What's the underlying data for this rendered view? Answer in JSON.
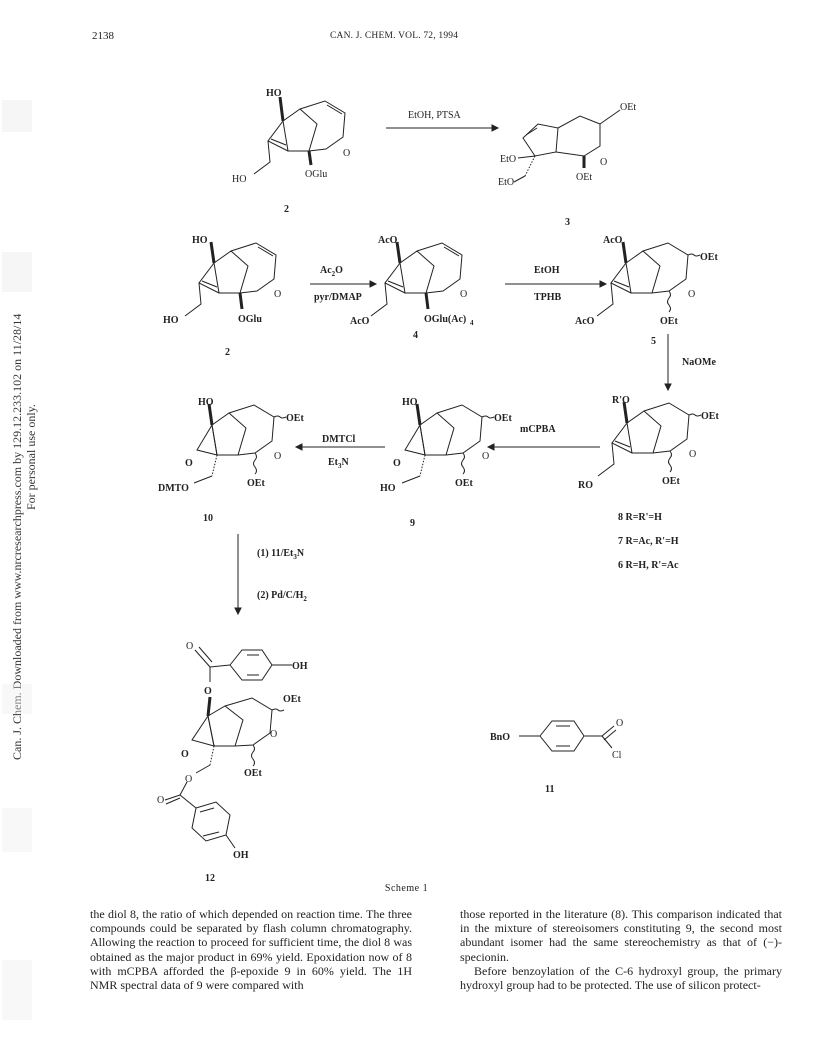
{
  "header": {
    "page_number": "2138",
    "journal": "CAN. J. CHEM. VOL. 72, 1994"
  },
  "side_note": {
    "line1": "Can. J. Chem. Downloaded from www.nrcresearchpress.com by 129.12.233.102 on 11/28/14",
    "line2": "For personal use only."
  },
  "scheme": {
    "caption": "Scheme 1",
    "reagents": {
      "r1": "EtOH, PTSA",
      "r2a": "Ac2O",
      "r2b": "pyr/DMAP",
      "r3a": "EtOH",
      "r3b": "TPHB",
      "r4": "NaOMe",
      "r5": "mCPBA",
      "r6a": "DMTCl",
      "r6b": "Et3N",
      "r7a": "(1) 11/Et3N",
      "r7b": "(2) Pd/C/H2"
    },
    "compounds": [
      "2",
      "3",
      "2",
      "4",
      "5",
      "10",
      "9",
      "12",
      "11"
    ],
    "legend": [
      "8  R=R'=H",
      "7  R=Ac, R'=H",
      "6  R=H, R'=Ac"
    ],
    "atom_labels": [
      "HO",
      "OGlu",
      "O",
      "OEt",
      "EtO",
      "AcO",
      "OGlu(Ac)4",
      "R'O",
      "RO",
      "DMTO",
      "OH",
      "BnO",
      "Cl"
    ]
  },
  "body": {
    "left_col": "the diol 8, the ratio of which depended on reaction time. The three compounds could be separated by flash column chromatography. Allowing the reaction to proceed for sufficient time, the diol 8 was obtained as the major product in 69% yield. Epoxidation now of 8 with mCPBA afforded the β-epoxide 9 in 60% yield. The 1H NMR spectral data of 9 were compared with",
    "right_col_p1": "those reported in the literature (8). This comparison indicated that in the mixture of stereoisomers constituting 9, the second most abundant isomer had the same stereochemistry as that of (−)-specionin.",
    "right_col_p2": "Before benzoylation of the C-6 hydroxyl group, the primary hydroxyl group had to be protected. The use of silicon protect-"
  }
}
